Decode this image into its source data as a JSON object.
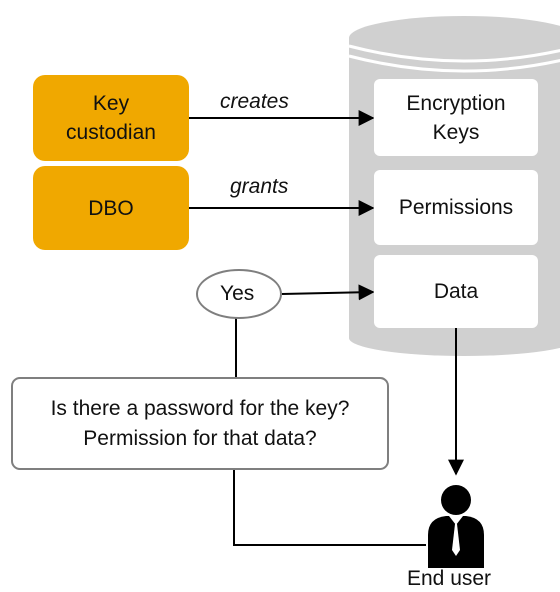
{
  "actors": {
    "key_custodian": "Key\ncustodian",
    "dbo": "DBO"
  },
  "relations": {
    "creates": "creates",
    "grants": "grants"
  },
  "database": {
    "encryption_keys": "Encryption\nKeys",
    "permissions": "Permissions",
    "data": "Data"
  },
  "decision": {
    "yes": "Yes",
    "question": "Is there a password for the key?\nPermission for that data?"
  },
  "end_user": {
    "label": "End user"
  },
  "colors": {
    "actor_fill": "#f0a800",
    "database_fill": "#d0d0d0",
    "outline": "#7f7f7f",
    "arrow": "#000000"
  }
}
